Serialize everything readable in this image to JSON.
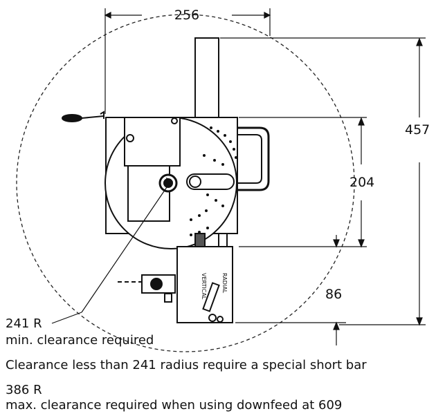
{
  "dimensions": {
    "width": "256",
    "height_total": "457",
    "body_height": "204",
    "feed_height": "86"
  },
  "labels": {
    "min_radius": "241 R",
    "min_note": "min. clearance required",
    "short_bar_note": "Clearance less than 241 radius require a special short bar",
    "max_radius": "386 R",
    "max_note": "max. clearance required when using downfeed at 609"
  },
  "plate_text": {
    "vertical": "VERTICAL",
    "radial": "RADIAL"
  }
}
